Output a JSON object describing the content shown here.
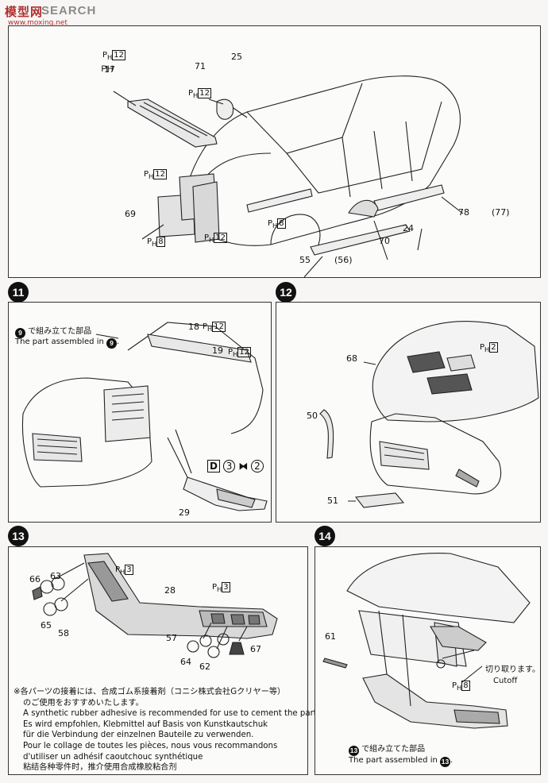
{
  "watermark": {
    "logo": "模型网",
    "brand": "SEARCH",
    "domain": "www.moxing.net"
  },
  "steps": [
    {
      "number": "11"
    },
    {
      "number": "12"
    },
    {
      "number": "13"
    },
    {
      "number": "14"
    }
  ],
  "panel_top": {
    "parts": [
      "17",
      "71",
      "25",
      "69",
      "55",
      "56",
      "70",
      "24",
      "78",
      "77"
    ],
    "ph_marks": [
      "12",
      "12",
      "12",
      "8",
      "12",
      "8"
    ]
  },
  "panel_11": {
    "ref_jp": "で組み立てた部品",
    "ref_en": "The part assembled in",
    "ref_step": "9",
    "parts": [
      "18",
      "19",
      "29"
    ],
    "ph_marks": [
      "12",
      "12"
    ],
    "paint": {
      "D": "D",
      "a": "3",
      "b": "2"
    }
  },
  "panel_12": {
    "parts": [
      "68",
      "50",
      "51"
    ],
    "ph_marks": [
      "2"
    ]
  },
  "panel_13": {
    "parts": [
      "66",
      "63",
      "65",
      "58",
      "28",
      "57",
      "64",
      "62",
      "67"
    ],
    "ph_marks": [
      "3",
      "3"
    ],
    "notes": [
      "※各パーツの接着には、合成ゴム系接着剤（コニシ株式会社Gクリヤー等）",
      "のご使用をおすすめいたします。",
      "A synthetic rubber adhesive is recommended for use to cement the parts.",
      "Es wird empfohlen, Klebmittel auf Basis von Kunstkautschuk",
      "für die Verbindung der einzelnen Bauteile zu verwenden.",
      "Pour le collage de toutes les pièces, nous vous recommandons",
      "d'utiliser un adhésif caoutchouc synthétique",
      "粘结各种零件时，推介使用合成橡胶粘合剂"
    ]
  },
  "panel_14": {
    "parts": [
      "61"
    ],
    "ph_marks": [
      "8"
    ],
    "cutoff_jp": "切り取ります。",
    "cutoff_en": "Cutoff",
    "ref_jp": "で組み立てた部品",
    "ref_en": "The part assembled in",
    "ref_step": "13"
  }
}
